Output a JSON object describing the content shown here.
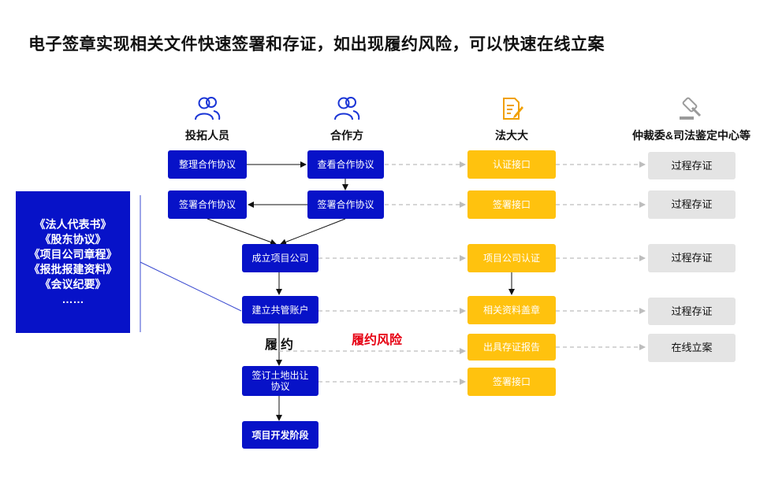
{
  "title": "电子签章实现相关文件快速签署和存证，如出现履约风险，可以快速在线立案",
  "columns": {
    "investor": {
      "label": "投拓人员",
      "icon": "people-icon"
    },
    "partner": {
      "label": "合作方",
      "icon": "people-icon"
    },
    "fadada": {
      "label": "法大大",
      "icon": "document-edit-icon"
    },
    "arbitration": {
      "label": "仲裁委&司法鉴定中心等",
      "icon": "gavel-icon"
    }
  },
  "boxes": {
    "organize_agreement": "整理合作协议",
    "view_agreement": "查看合作协议",
    "sign_agreement_investor": "签署合作协议",
    "sign_agreement_partner": "签署合作协议",
    "establish_company": "成立项目公司",
    "shared_account": "建立共管账户",
    "land_transfer": "签订土地出让协议",
    "dev_stage": "项目开发阶段",
    "auth_api": "认证接口",
    "sign_api_1": "签署接口",
    "company_auth": "项目公司认证",
    "docs_seal": "相关资料盖章",
    "evidence_report": "出具存证报告",
    "sign_api_2": "签署接口",
    "evidence_1": "过程存证",
    "evidence_2": "过程存证",
    "evidence_3": "过程存证",
    "evidence_4": "过程存证",
    "online_filing": "在线立案"
  },
  "documents": [
    "《法人代表书》",
    "《股东协议》",
    "《项目公司章程》",
    "《报批报建资料》",
    "《会议纪要》",
    "……"
  ],
  "labels": {
    "performance": "履约",
    "risk": "履约风险"
  },
  "colors": {
    "blue": "#0712c8",
    "yellow": "#ffc20e",
    "gray": "#e4e4e4",
    "risk": "#e60012",
    "icon_blue": "#1a35d6",
    "icon_orange": "#f0a000",
    "icon_gray": "#9a9a9a"
  }
}
